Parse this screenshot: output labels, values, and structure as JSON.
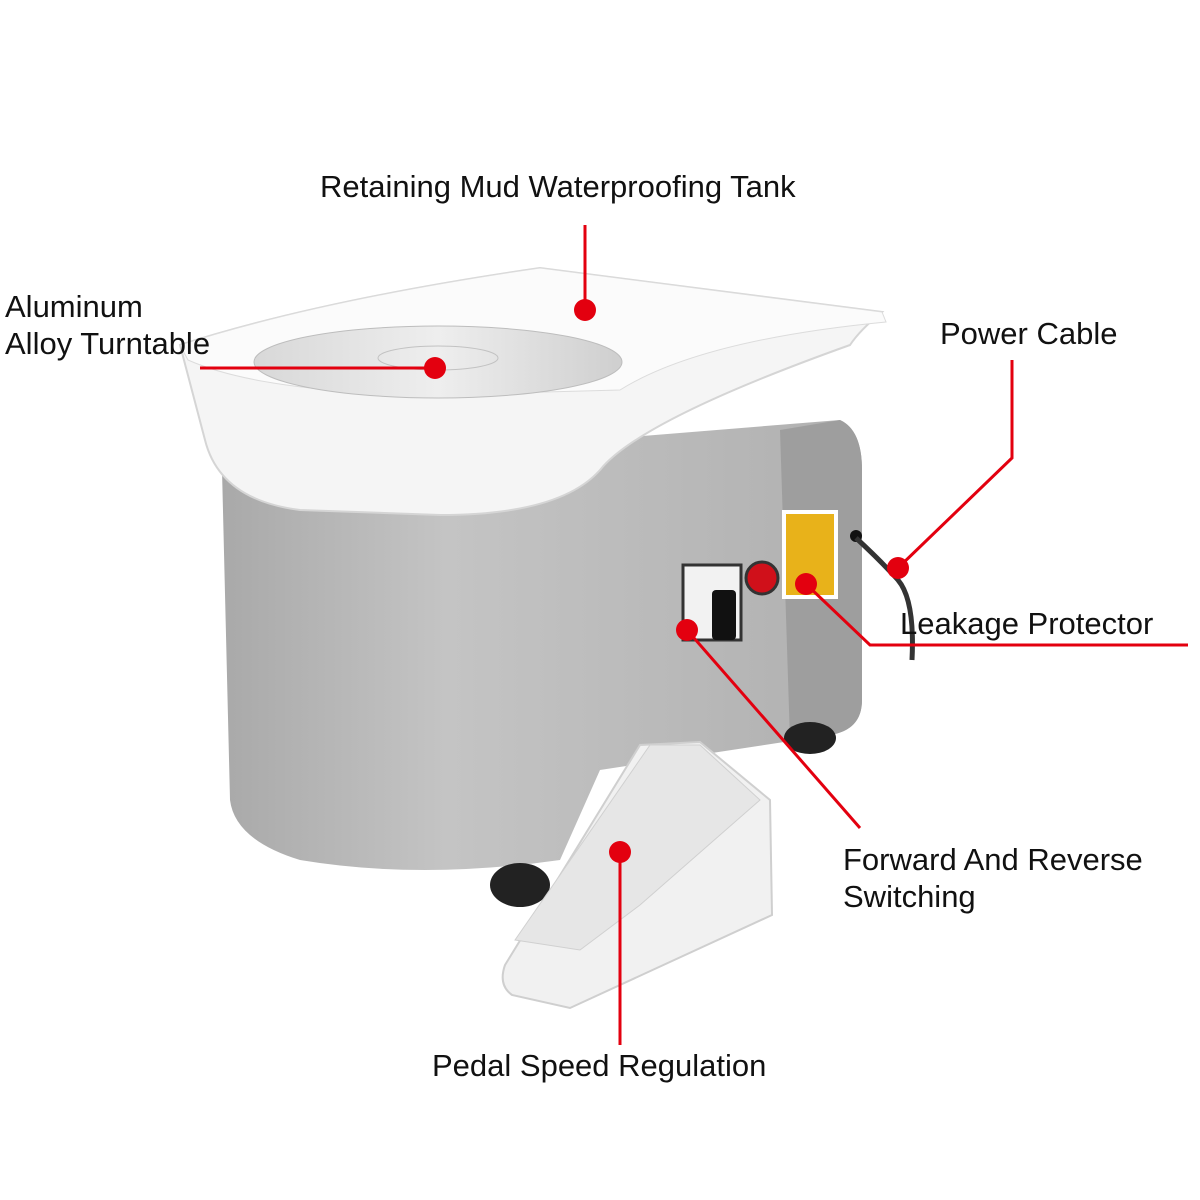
{
  "labels": {
    "tank": "Retaining Mud Waterproofing Tank",
    "turntable_line1": "Aluminum",
    "turntable_line2": "Alloy Turntable",
    "power_cable": "Power Cable",
    "leakage_protector": "Leakage Protector",
    "switch_line1": "Forward And Reverse",
    "switch_line2": "Switching",
    "pedal": "Pedal Speed Regulation"
  },
  "colors": {
    "callout": "#e3000f",
    "body": "#b9b9b9",
    "tank": "#f4f4f4"
  }
}
